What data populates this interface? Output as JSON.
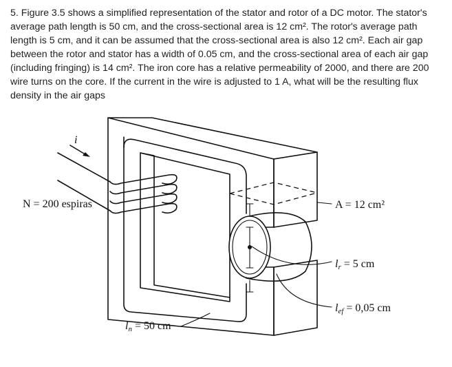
{
  "problem": {
    "text": "5. Figure 3.5 shows a simplified representation of the stator and rotor of a DC motor. The stator's average path length is 50 cm, and the cross-sectional area is 12 cm². The rotor's average path length is 5 cm, and it can be assumed that the cross-sectional area is also 12 cm². Each air gap between the rotor and stator has a width of 0.05 cm, and the cross-sectional area of each air gap (including fringing) is 14 cm². The iron core has a relative permeability of 2000, and there are 200 wire turns on the core. If the current in the wire is adjusted to 1 A, what will be the resulting flux density in the air gaps"
  },
  "figure": {
    "current_label": "i",
    "turns_label": "N = 200 espiras",
    "area_label": "A = 12 cm²",
    "rotor_length_label": "l",
    "rotor_length_sub": "r",
    "rotor_length_value": " = 5 cm",
    "gap_label": "l",
    "gap_sub": "ef",
    "gap_value": " = 0,05 cm",
    "stator_length_label": "l",
    "stator_length_sub": "n",
    "stator_length_value": " = 50 cm"
  }
}
